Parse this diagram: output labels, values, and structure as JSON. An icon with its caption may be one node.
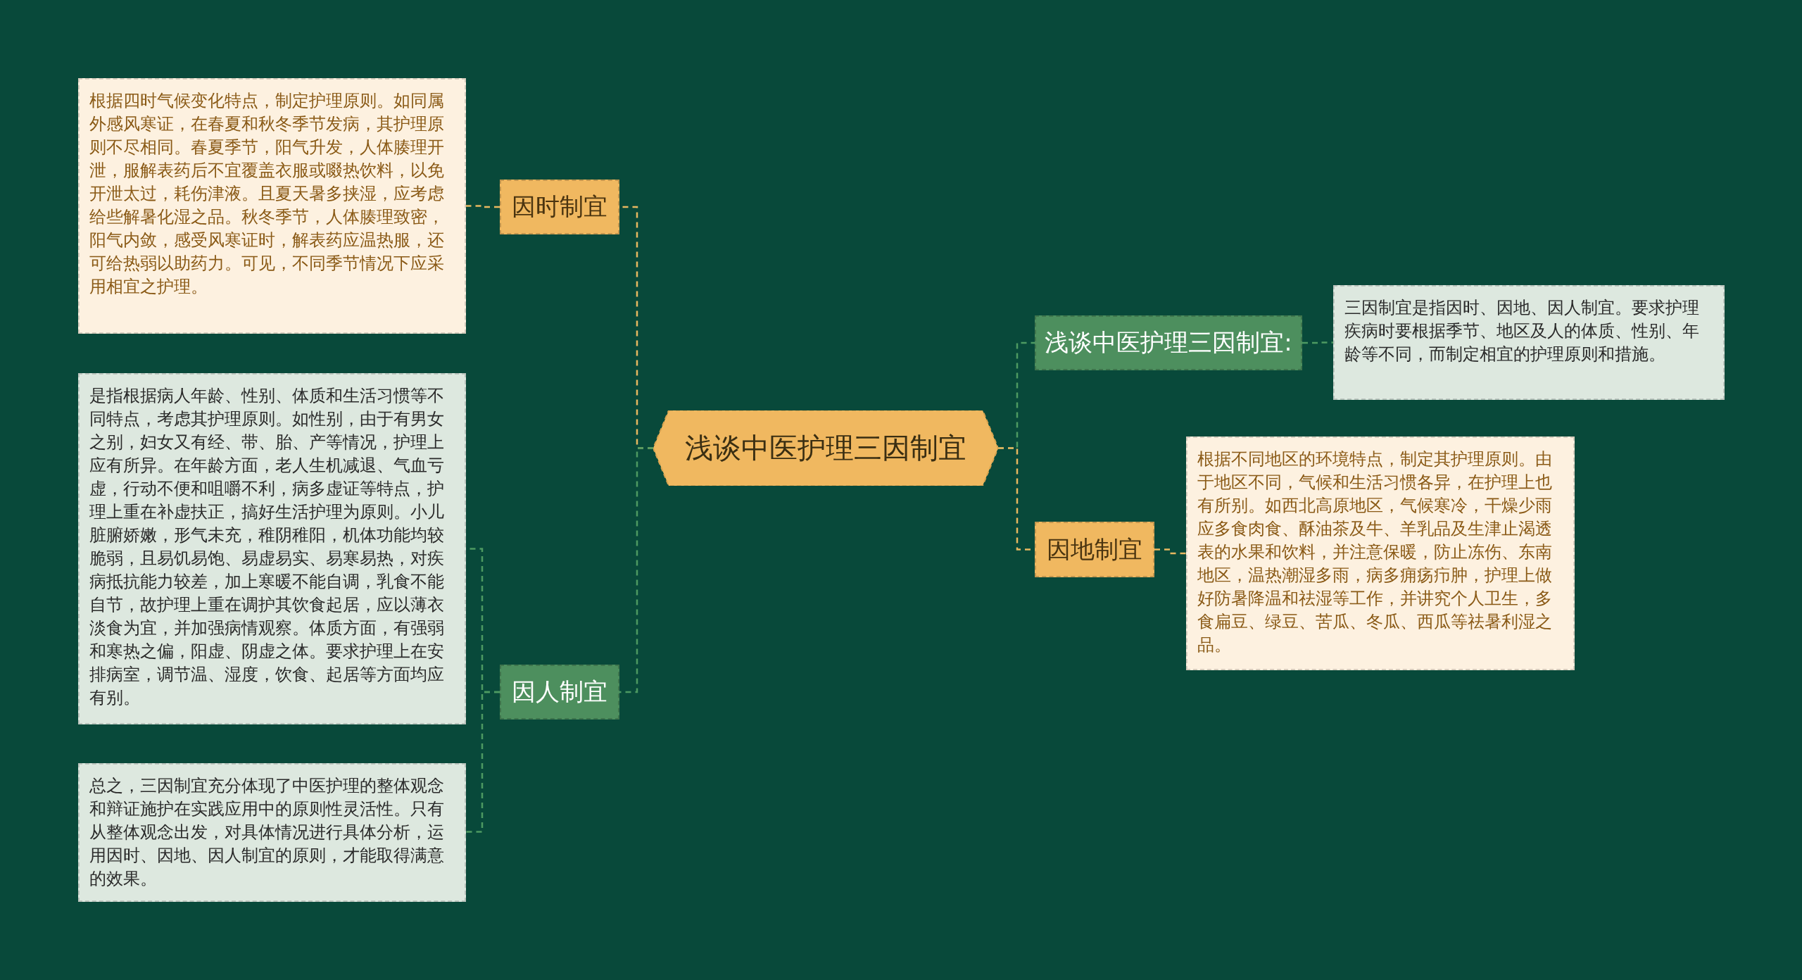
{
  "diagram": {
    "nodes": [
      {
        "text": [
          "浅谈中医护理三因制宜"
        ]
      },
      {
        "text": [
          "因时制宜"
        ]
      },
      {
        "text": [
          "根据四时气候变化特点，制定护理原则。如同属外感风寒证，在春夏和秋冬季节发病，其护理原则不尽相同。春夏季节，阳气升发，人体腠理开泄，服解表药后不宜覆盖衣服或啜热饮料，以免开泄太过，耗伤津液。且夏天暑多挟湿，应考虑给些解暑化湿之品。秋冬季节，人体腠理致密，阳气内敛，感受风寒证时，解表药应温热服，还可给热弱以助药力。可见，不同季节情况下应采用相宜之护理。"
        ]
      },
      {
        "text": [
          "因人制宜"
        ]
      },
      {
        "text": [
          "是指根据病人年龄、性别、体质和生活习惯等不同特点，考虑其护理原则。如性别，由于有男女之别，妇女又有经、带、胎、产等情况，护理上应有所异。在年龄方面，老人生机减退、气血亏虚，行动不便和咀嚼不利，病多虚证等特点，护理上重在补虚扶正，搞好生活护理为原则。小儿脏腑娇嫩，形气未充，稚阴稚阳，机体功能均较脆弱，且易饥易饱、易虚易实、易寒易热，对疾病抵抗能力较差，加上寒暖不能自调，乳食不能自节，故护理上重在调护其饮食起居，应以薄衣淡食为宜，并加强病情观察。体质方面，有强弱和寒热之偏，阳虚、阴虚之体。要求护理上在安排病室，调节温、湿度，饮食、起居等方面均应有别。"
        ]
      },
      {
        "text": [
          "总之，三因制宜充分体现了中医护理的整体观念和辩证施护在实践应用中的原则性灵活性。只有从整体观念出发，对具体情况进行具体分析，运用因时、因地、因人制宜的原则，才能取得满意的效果。"
        ]
      },
      {
        "text": [
          "浅谈中医护理三因制宜:"
        ]
      },
      {
        "text": [
          "三因制宜是指因时、因地、因人制宜。要求护理疾病时要根据季节、地区及人的体质、性别、年龄等不同，而制定相宜的护理原则和措施。"
        ]
      },
      {
        "text": [
          "因地制宜"
        ]
      },
      {
        "text": [
          "根据不同地区的环境特点，制定其护理原则。由于地区不同，气候和生活习惯各异，在护理上也有所别。如西北高原地区，气候寒冷，干燥少雨应多食肉食、酥油茶及牛、羊乳品及生津止渴透表的水果和饮料，并注意保暖，防止冻伤、东南地区，温热潮湿多雨，病多痈疡疖肿，护理上做好防暑降温和祛湿等工作，并讲究个人卫生，多食扁豆、绿豆、苦瓜、冬瓜、西瓜等祛暑利湿之品。"
        ]
      }
    ],
    "edges": [
      {
        "from": 0,
        "to": 1,
        "arrow": "none",
        "style": "dashed",
        "color": "#e8b860"
      },
      {
        "from": 1,
        "to": 2,
        "arrow": "none",
        "style": "dashed",
        "color": "#e8b860"
      },
      {
        "from": 0,
        "to": 3,
        "arrow": "none",
        "style": "dashed"
      },
      {
        "from": 3,
        "to": 4,
        "arrow": "none",
        "style": "dashed"
      },
      {
        "from": 3,
        "to": 5,
        "arrow": "none",
        "style": "dashed"
      },
      {
        "from": 0,
        "to": 6,
        "arrow": "none",
        "style": "dashed"
      },
      {
        "from": 6,
        "to": 7,
        "arrow": "none",
        "style": "dashed"
      },
      {
        "from": 0,
        "to": 8,
        "arrow": "none",
        "style": "dashed",
        "color": "#e8b860"
      },
      {
        "from": 8,
        "to": 9,
        "arrow": "none",
        "style": "dashed",
        "color": "#e8b860"
      }
    ]
  }
}
